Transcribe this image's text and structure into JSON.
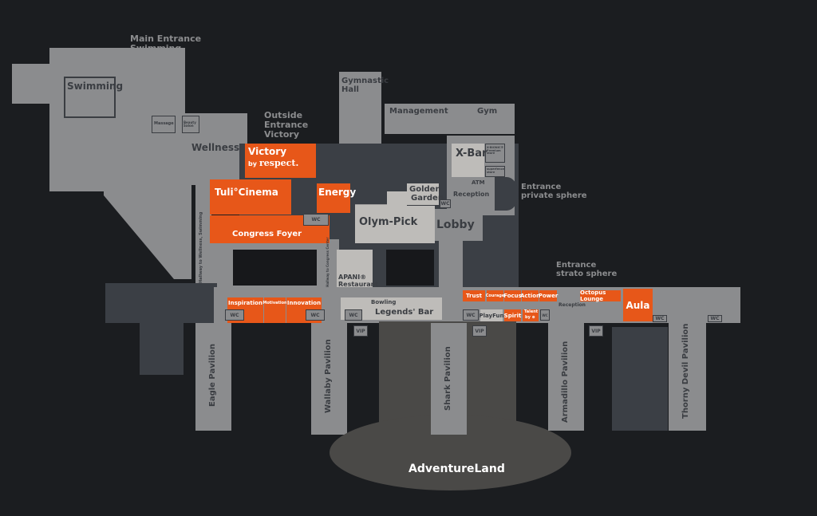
{
  "labels": {
    "main_entrance": "Main Entrance\nSwimming",
    "main_entrance_1": "Main Entrance",
    "main_entrance_2": "Swimming",
    "swimming": "Swimming",
    "massage": "Massage",
    "beauty": "Beauty Salon",
    "wellness": "Wellness",
    "outside_1": "Outside",
    "outside_2": "Entrance",
    "outside_3": "Victory",
    "gymnastic_1": "Gymnastic",
    "gymnastic_2": "Hall",
    "management": "Management",
    "gym": "Gym",
    "xbar": "X-Bar",
    "xbionic": "X-BIONIC® Premium store",
    "superfence": "superfence store",
    "atm": "ATM",
    "reception": "Reception",
    "entrance_private_1": "Entrance",
    "entrance_private_2": "private sphere",
    "golden_1": "Golden",
    "golden_2": "Garden",
    "olym": "Olym-Pick",
    "lobby": "Lobby",
    "wc": "WC",
    "vip": "VIP",
    "hallway_wellness": "Hallway to Wellness, Swimming",
    "hallway_congress": "Hallway to Congress Center",
    "apani_1": "APANI®",
    "apani_2": "Restaurant",
    "bowling": "Bowling",
    "legends": "Legends' Bar",
    "playfun": "PlayFun",
    "entrance_strato_1": "Entrance",
    "entrance_strato_2": "strato sphere",
    "reception2": "Reception",
    "adventureland": "AdventureLand"
  },
  "rooms": {
    "victory": "Victory",
    "victory_by": "by",
    "victory_brand": "respect.",
    "tuli": "Tuli°Cinema",
    "energy": "Energy",
    "congress": "Congress Foyer",
    "inspiration": "Inspiration",
    "motivation": "Motivation",
    "innovation": "Innovation",
    "trust": "Trust",
    "courage": "Courage",
    "focus": "Focus",
    "action": "Action",
    "power": "Power",
    "spirit": "Spirit",
    "talent_1": "Talent",
    "talent_2": "by ⊕",
    "octopus": "Octopus Lounge",
    "aula": "Aula"
  },
  "pavilions": [
    "Eagle Pavilion",
    "Wallaby Pavilion",
    "Shark Pavilion",
    "Armadillo Pavilion",
    "Thorny Devil Pavilion"
  ],
  "colors": {
    "bookable": "#e75719",
    "building": "#8b8c8e",
    "dark": "#3b3f45",
    "light": "#bebcb9",
    "background": "#1b1d20"
  }
}
